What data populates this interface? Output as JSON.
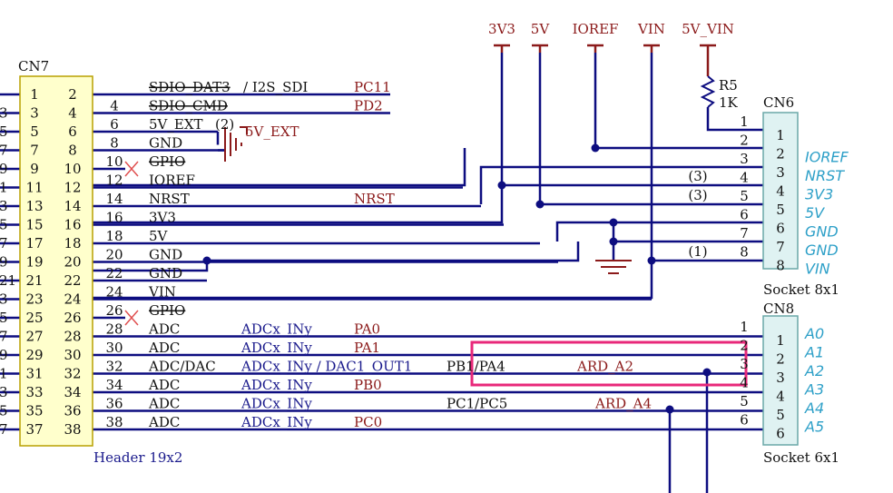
{
  "cn7": {
    "ref": "CN7",
    "caption": "Header 19x2",
    "odd_pins": [
      "1",
      "3",
      "5",
      "7",
      "9",
      "11",
      "13",
      "15",
      "17",
      "19",
      "21",
      "23",
      "25",
      "27",
      "29",
      "31",
      "33",
      "35",
      "37"
    ],
    "even_pins": [
      "2",
      "4",
      "6",
      "8",
      "10",
      "12",
      "14",
      "16",
      "18",
      "20",
      "22",
      "24",
      "26",
      "28",
      "30",
      "32",
      "34",
      "36",
      "38"
    ],
    "left_stubs": [
      "3",
      "5",
      "7",
      "9",
      "1",
      "3",
      "5",
      "7",
      "9",
      "21",
      "3",
      "5",
      "7",
      "9",
      "1",
      "3",
      "5",
      "7"
    ]
  },
  "nets": [
    {
      "pin": "",
      "name": "SDIO_DAT3",
      "suffix": "/ I2S_SDI",
      "port": "PC11",
      "strike": true
    },
    {
      "pin": "4",
      "name": "SDIO_CMD",
      "suffix": "",
      "port": "PD2",
      "strike": true
    },
    {
      "pin": "6",
      "name": "5V_EXT",
      "suffix": "(2)",
      "port": "",
      "strike": false
    },
    {
      "pin": "8",
      "name": "GND",
      "suffix": "",
      "port": "",
      "strike": false
    },
    {
      "pin": "10",
      "name": "GPIO",
      "suffix": "",
      "port": "",
      "strike": true
    },
    {
      "pin": "12",
      "name": "IOREF",
      "suffix": "",
      "port": "",
      "strike": false
    },
    {
      "pin": "14",
      "name": "NRST",
      "suffix": "",
      "port": "NRST",
      "strike": false
    },
    {
      "pin": "16",
      "name": "3V3",
      "suffix": "",
      "port": "",
      "strike": false
    },
    {
      "pin": "18",
      "name": "5V",
      "suffix": "",
      "port": "",
      "strike": false
    },
    {
      "pin": "20",
      "name": "GND",
      "suffix": "",
      "port": "",
      "strike": false
    },
    {
      "pin": "22",
      "name": "GND",
      "suffix": "",
      "port": "",
      "strike": false
    },
    {
      "pin": "24",
      "name": "VIN",
      "suffix": "",
      "port": "",
      "strike": false
    },
    {
      "pin": "26",
      "name": "GPIO",
      "suffix": "",
      "port": "",
      "strike": true
    },
    {
      "pin": "28",
      "name": "ADC",
      "suffix": "",
      "port": "PA0",
      "strike": false
    },
    {
      "pin": "30",
      "name": "ADC",
      "suffix": "",
      "port": "PA1",
      "strike": false
    },
    {
      "pin": "32",
      "name": "ADC/DAC",
      "suffix": "",
      "port": "",
      "strike": false
    },
    {
      "pin": "34",
      "name": "ADC",
      "suffix": "",
      "port": "PB0",
      "strike": false
    },
    {
      "pin": "36",
      "name": "ADC",
      "suffix": "",
      "port": "",
      "strike": false
    },
    {
      "pin": "38",
      "name": "ADC",
      "suffix": "",
      "port": "PC0",
      "strike": false
    }
  ],
  "signals": {
    "adc1": "ADCx_INy",
    "adc2": "ADCx_INy",
    "adc3": "ADCx_INy / DAC1_OUT1",
    "adc4": "ADCx_INy",
    "adc5": "ADCx_INy",
    "adc6": "ADCx_INy",
    "port_pb1": "PB1/PA4",
    "port_pc1": "PC1/PC5",
    "ard_a2": "ARD_A2",
    "ard_a4": "ARD_A4",
    "ext_label": "5V_EXT"
  },
  "power_rails": [
    "3V3",
    "5V",
    "IOREF",
    "VIN",
    "5V_VIN"
  ],
  "resistor": {
    "ref": "R5",
    "value": "1K"
  },
  "cn6": {
    "ref": "CN6",
    "caption": "Socket 8x1",
    "outer_pins": [
      "1",
      "2",
      "3",
      "4",
      "5",
      "6",
      "7",
      "8"
    ],
    "inner_pins": [
      "1",
      "2",
      "3",
      "4",
      "5",
      "6",
      "7",
      "8"
    ],
    "labels": [
      "IOREF",
      "NRST",
      "3V3",
      "5V",
      "GND",
      "GND",
      "VIN"
    ],
    "notes": [
      "(3)",
      "(3)",
      "(1)"
    ]
  },
  "cn8": {
    "ref": "CN8",
    "caption": "Socket 6x1",
    "outer_pins": [
      "1",
      "2",
      "3",
      "4",
      "5",
      "6"
    ],
    "inner_pins": [
      "1",
      "2",
      "3",
      "4",
      "5",
      "6"
    ],
    "labels": [
      "A0",
      "A1",
      "A2",
      "A3",
      "A4",
      "A5"
    ]
  },
  "colors": {
    "wire": "#0d0d80",
    "power": "#8b1a1a",
    "label": "#2ea0c8",
    "connector": "#ffffcc",
    "socket": "#dff2f2",
    "highlight": "#e8287a"
  }
}
